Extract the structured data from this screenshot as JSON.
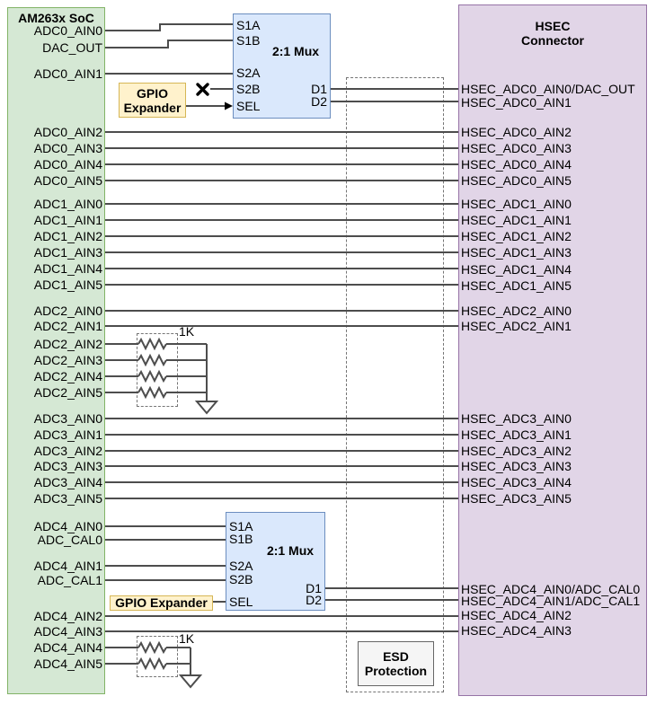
{
  "diagram": {
    "soc": {
      "title": "AM263x SoC",
      "signals": [
        "ADC0_AIN0",
        "DAC_OUT",
        "ADC0_AIN1",
        "ADC0_AIN2",
        "ADC0_AIN3",
        "ADC0_AIN4",
        "ADC0_AIN5",
        "ADC1_AIN0",
        "ADC1_AIN1",
        "ADC1_AIN2",
        "ADC1_AIN3",
        "ADC1_AIN4",
        "ADC1_AIN5",
        "ADC2_AIN0",
        "ADC2_AIN1",
        "ADC2_AIN2",
        "ADC2_AIN3",
        "ADC2_AIN4",
        "ADC2_AIN5",
        "ADC3_AIN0",
        "ADC3_AIN1",
        "ADC3_AIN2",
        "ADC3_AIN3",
        "ADC3_AIN4",
        "ADC3_AIN5",
        "ADC4_AIN0",
        "ADC_CAL0",
        "ADC4_AIN1",
        "ADC_CAL1",
        "ADC4_AIN2",
        "ADC4_AIN3",
        "ADC4_AIN4",
        "ADC4_AIN5"
      ]
    },
    "hsec": {
      "title_line1": "HSEC",
      "title_line2": "Connector",
      "pins": [
        "HSEC_ADC0_AIN0/DAC_OUT",
        "HSEC_ADC0_AIN1",
        "HSEC_ADC0_AIN2",
        "HSEC_ADC0_AIN3",
        "HSEC_ADC0_AIN4",
        "HSEC_ADC0_AIN5",
        "HSEC_ADC1_AIN0",
        "HSEC_ADC1_AIN1",
        "HSEC_ADC1_AIN2",
        "HSEC_ADC1_AIN3",
        "HSEC_ADC1_AIN4",
        "HSEC_ADC1_AIN5",
        "HSEC_ADC2_AIN0",
        "HSEC_ADC2_AIN1",
        "HSEC_ADC3_AIN0",
        "HSEC_ADC3_AIN1",
        "HSEC_ADC3_AIN2",
        "HSEC_ADC3_AIN3",
        "HSEC_ADC3_AIN4",
        "HSEC_ADC3_AIN5",
        "HSEC_ADC4_AIN0/ADC_CAL0",
        "HSEC_ADC4_AIN1/ADC_CAL1",
        "HSEC_ADC4_AIN2",
        "HSEC_ADC4_AIN3"
      ]
    },
    "mux1": {
      "title": "2:1 Mux",
      "inputs": [
        "S1A",
        "S1B",
        "S2A",
        "S2B",
        "SEL"
      ],
      "outputs": [
        "D1",
        "D2"
      ]
    },
    "mux2": {
      "title": "2:1 Mux",
      "inputs": [
        "S1A",
        "S1B",
        "S2A",
        "S2B",
        "SEL"
      ],
      "outputs": [
        "D1",
        "D2"
      ]
    },
    "gpio1": {
      "line1": "GPIO",
      "line2": "Expander"
    },
    "gpio2": {
      "label": "GPIO Expander"
    },
    "esd": {
      "line1": "ESD",
      "line2": "Protection"
    },
    "resnet1": {
      "value": "1K"
    },
    "resnet2": {
      "value": "1K"
    },
    "colors": {
      "soc_fill": "#d5e8d4",
      "soc_border": "#82b366",
      "hsec_fill": "#e1d5e7",
      "hsec_border": "#9673a6",
      "mux_fill": "#dae8fc",
      "mux_border": "#6c8ebf",
      "gpio_fill": "#fff2cc",
      "gpio_border": "#d6b656",
      "esd_fill": "#f5f5f5",
      "esd_border": "#666666",
      "wire": "#4d4d4d"
    }
  }
}
